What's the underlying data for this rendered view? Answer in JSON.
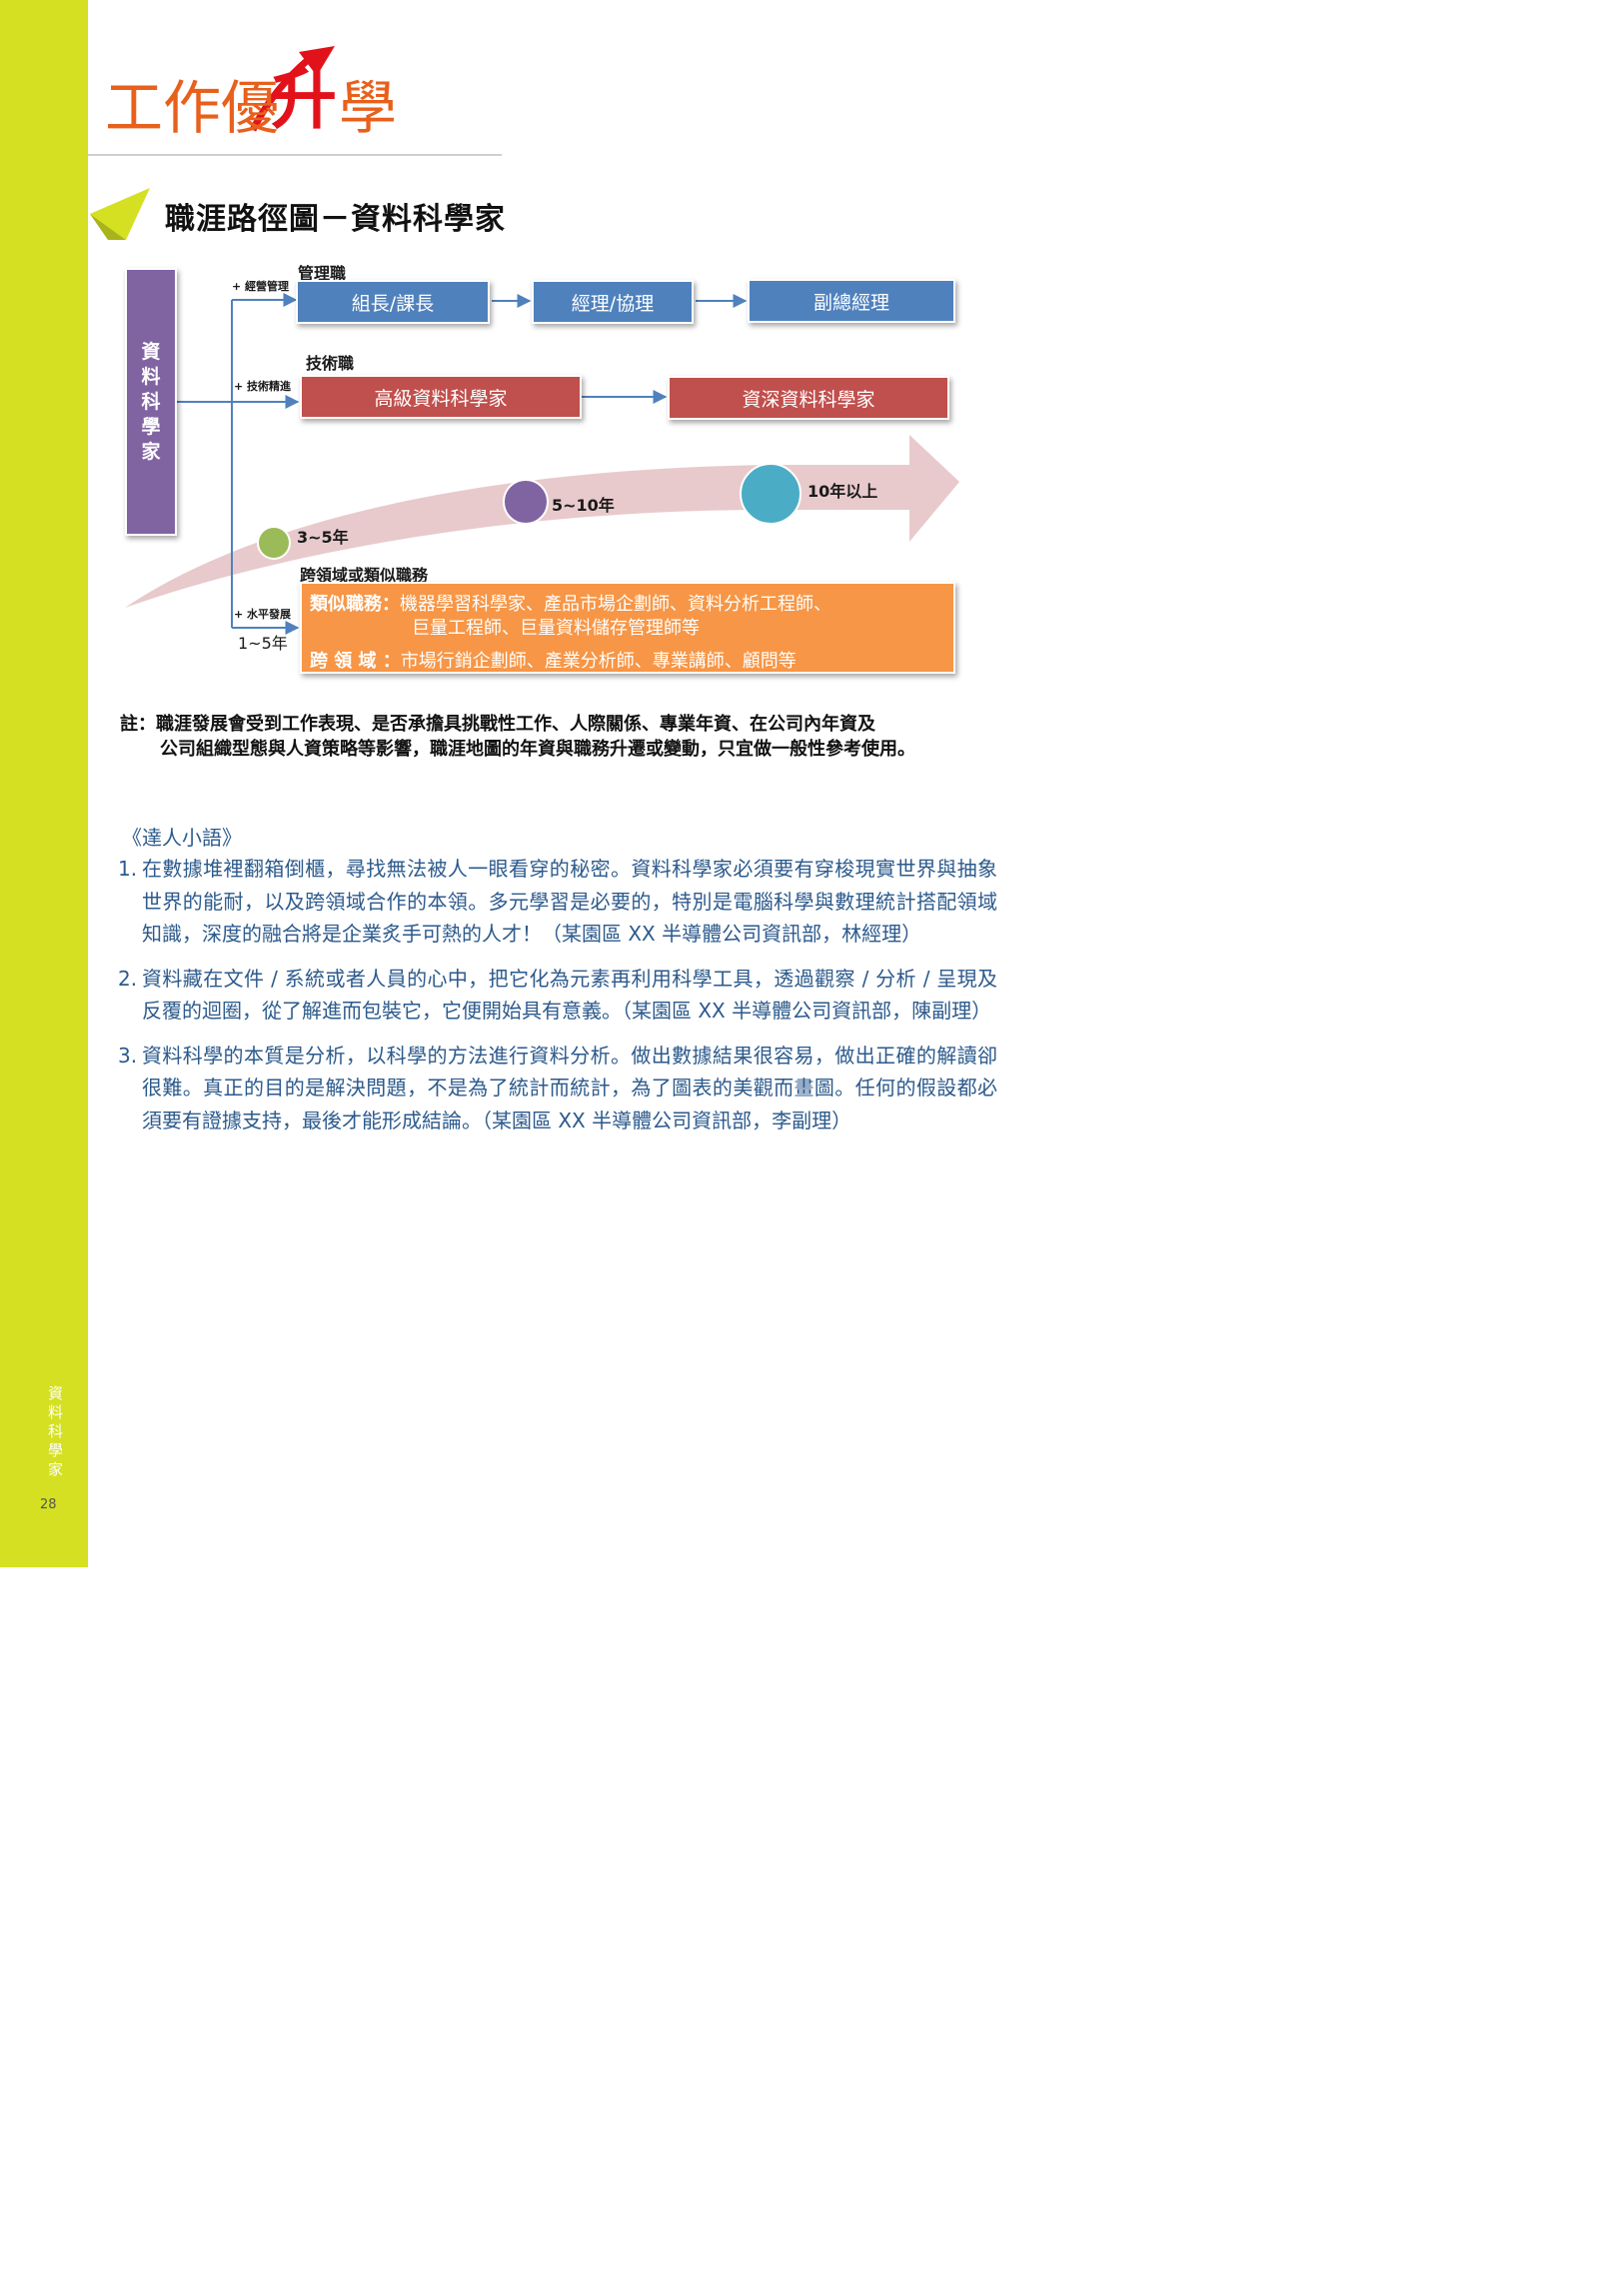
{
  "brand": {
    "title": "工作優升學"
  },
  "sidebar": {
    "vertical_text": "資料科學家",
    "page_number": "28"
  },
  "section": {
    "title": "職涯路徑圖－資料科學家"
  },
  "diagram": {
    "root": "資料科學家",
    "branches": {
      "management": {
        "condition": "+ 經營管理",
        "heading": "管理職",
        "steps": [
          "組長/課長",
          "經理/協理",
          "副總經理"
        ]
      },
      "technical": {
        "condition": "+ 技術精進",
        "heading": "技術職",
        "steps": [
          "高級資料科學家",
          "資深資料科學家"
        ]
      },
      "lateral": {
        "condition": "+ 水平發展",
        "heading": "跨領域或類似職務",
        "years": "1~5年",
        "similar_label": "類似職務：",
        "similar_line1": "機器學習科學家、產品市場企劃師、資料分析工程師、",
        "similar_line2": "巨量工程師、巨量資料儲存管理師等",
        "cross_label": "跨 領 域 ：",
        "cross_text": "市場行銷企劃師、產業分析師、專業講師、顧問等"
      }
    },
    "timeline": [
      {
        "label": "3~5年",
        "color": "#9bbb59"
      },
      {
        "label": "5~10年",
        "color": "#8064a2"
      },
      {
        "label": "10年以上",
        "color": "#4bacc6"
      }
    ]
  },
  "note": {
    "line1": "註：職涯發展會受到工作表現、是否承擔具挑戰性工作、人際關係、專業年資、在公司內年資及",
    "line2": "公司組織型態與人資策略等影響，職涯地圖的年資與職務升遷或變動，只宜做一般性參考使用。"
  },
  "expert": {
    "title": "《達人小語》",
    "items": [
      {
        "num": "1.",
        "text": "在數據堆裡翻箱倒櫃，尋找無法被人一眼看穿的秘密。資料科學家必須要有穿梭現實世界與抽象世界的能耐，以及跨領域合作的本領。多元學習是必要的，特別是電腦科學與數理統計搭配領域知識，深度的融合將是企業炙手可熱的人才！（某園區 XX 半導體公司資訊部，林經理）"
      },
      {
        "num": "2.",
        "text": "資料藏在文件 / 系統或者人員的心中，把它化為元素再利用科學工具，透過觀察 / 分析 / 呈現及反覆的迴圈，從了解進而包裝它，它便開始具有意義。（某園區 XX 半導體公司資訊部，陳副理）"
      },
      {
        "num": "3.",
        "text": "資料科學的本質是分析，以科學的方法進行資料分析。做出數據結果很容易，做出正確的解讀卻很難。真正的目的是解決問題，不是為了統計而統計，為了圖表的美觀而畫圖。任何的假設都必須要有證據支持，最後才能形成結論。（某園區 XX 半導體公司資訊部，李副理）"
      }
    ]
  },
  "colors": {
    "sidebar": "#d4e021",
    "brand_orange": "#e8601c",
    "brand_red": "#e2121b",
    "text_blue": "#2c5a8c"
  }
}
